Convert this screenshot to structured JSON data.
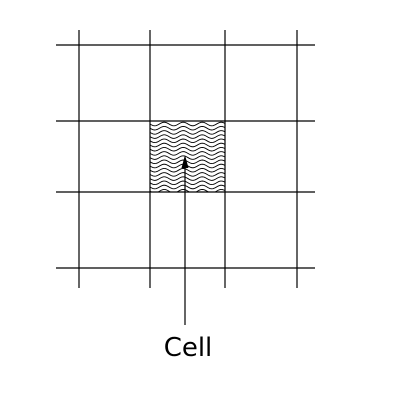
{
  "diagram": {
    "grid_rows": 3,
    "grid_cols": 3,
    "highlighted_cell": {
      "row": 1,
      "col": 1
    },
    "highlight_pattern": "wavy-hatch",
    "callout": {
      "label": "Cell",
      "target": "highlighted-cell",
      "arrow": "arrowhead-up"
    },
    "colors": {
      "line": "#000000",
      "background": "#ffffff"
    }
  }
}
